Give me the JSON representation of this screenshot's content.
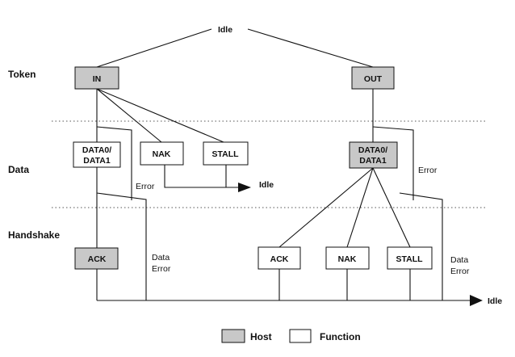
{
  "phases": {
    "token": "Token",
    "data": "Data",
    "handshake": "Handshake"
  },
  "top_idle": "Idle",
  "in_branch": {
    "token_box": "IN",
    "data_box_line1": "DATA0/",
    "data_box_line2": "DATA1",
    "nak_box": "NAK",
    "stall_box": "STALL",
    "error_label": "Error",
    "idle_label": "Idle",
    "ack_box": "ACK",
    "data_error_line1": "Data",
    "data_error_line2": "Error"
  },
  "out_branch": {
    "token_box": "OUT",
    "data_box_line1": "DATA0/",
    "data_box_line2": "DATA1",
    "error_label": "Error",
    "ack_box": "ACK",
    "nak_box": "NAK",
    "stall_box": "STALL",
    "data_error_line1": "Data",
    "data_error_line2": "Error"
  },
  "bottom_idle": "Idle",
  "legend": {
    "host": "Host",
    "function": "Function"
  },
  "colors": {
    "host_fill": "#c8c8c8",
    "function_fill": "#ffffff",
    "line": "#111111"
  }
}
